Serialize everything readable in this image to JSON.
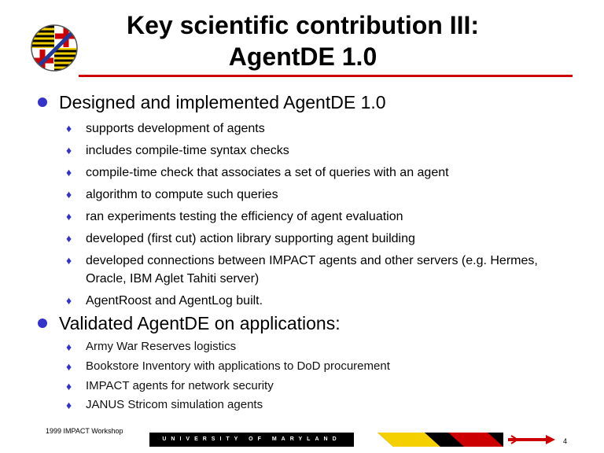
{
  "title": {
    "line1": "Key scientific contribution III:",
    "line2": "AgentDE 1.0"
  },
  "sections": [
    {
      "heading": "Designed and implemented AgentDE 1.0",
      "items": [
        "supports development of agents",
        "includes compile-time syntax checks",
        "compile-time check that associates a set of queries with an agent",
        "algorithm to compute such queries",
        "ran experiments testing the efficiency of agent evaluation",
        "developed (first cut) action library supporting agent building",
        "developed connections between IMPACT agents and other servers (e.g. Hermes, Oracle, IBM Aglet Tahiti server)",
        "AgentRoost and AgentLog built."
      ]
    },
    {
      "heading": "Validated AgentDE on applications:",
      "items": [
        "Army War Reserves logistics",
        "Bookstore Inventory with applications to DoD procurement",
        "IMPACT agents for network security",
        "JANUS Stricom simulation agents"
      ]
    }
  ],
  "footer": {
    "workshop": "1999 IMPACT Workshop",
    "banner_text": "UNIVERSITY OF MARYLAND",
    "page_number": "4"
  },
  "colors": {
    "accent_rule": "#cc0000",
    "bullet": "#3333cc",
    "maryland_red": "#cc0000",
    "maryland_gold": "#f5d000"
  },
  "icons": {
    "logo": "maryland-flag-globe-logo",
    "bullet_level1": "circle-bullet",
    "bullet_level2": "diamond-bullet"
  }
}
